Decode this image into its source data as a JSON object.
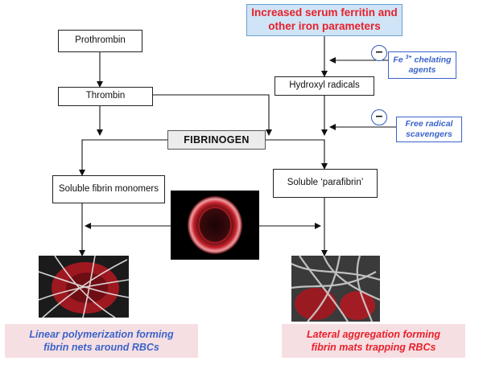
{
  "nodes": {
    "ferritin_line1": "Increased serum ferritin and",
    "ferritin_line2": "other iron parameters",
    "prothrombin": "Prothrombin",
    "thrombin": "Thrombin",
    "hydroxyl": "Hydroxyl radicals",
    "fibrinogen": "FIBRINOGEN",
    "soluble_monomers": "Soluble fibrin monomers",
    "soluble_parafibrin": "Soluble ‘parafibrin’"
  },
  "inhibitors": {
    "minus_symbol": "–",
    "chelating_prefix": "Fe ",
    "chelating_sup": "3+",
    "chelating_rest": " chelating",
    "chelating_line2": "agents",
    "scavenger_line1": "Free radical",
    "scavenger_line2": "scavengers"
  },
  "outcomes": {
    "linear_line1": "Linear polymerization forming",
    "linear_line2": "fibrin nets around RBCs",
    "lateral_line1": "Lateral aggregation forming",
    "lateral_line2": "fibrin mats trapping RBCs"
  },
  "colors": {
    "ferritin_text": "#e8202a",
    "ferritin_fill": "#cfe4f7",
    "inhibitor_blue": "#3a63c9",
    "outcome_fill": "#f6dfe3",
    "rbc_red": "#c8202a"
  }
}
